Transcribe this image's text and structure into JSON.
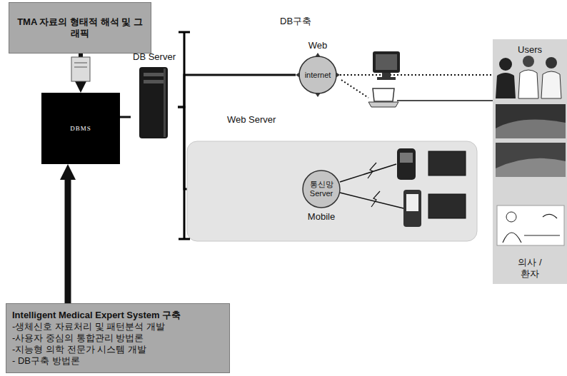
{
  "diagram": {
    "nodes": [
      {
        "text": [
          "TMA 자료의 형태적 해석 및 그래픽"
        ]
      },
      {
        "text": [
          "DBMS"
        ]
      },
      {
        "text": [
          "DB Server"
        ]
      },
      {
        "text": [
          "Web",
          "internet"
        ]
      },
      {
        "text": [
          "통신망",
          "Server",
          "Mobile"
        ]
      },
      {
        "text": [
          "Users",
          "의사 / 환자"
        ]
      },
      {
        "text": [
          "Intelligent Medical Expert System 구축",
          "-생체신호 자료처리 및 패턴분석 개발",
          "-사용자 중심의 통합관리 방법론",
          "-지능형 의학 전문가 시스템 개발",
          "- DB구축 방법론"
        ]
      }
    ],
    "edges": [
      {
        "from": 0,
        "to": 1,
        "arrow": "to"
      },
      {
        "from": 6,
        "to": 1,
        "arrow": "to"
      },
      {
        "from": 1,
        "to": 2,
        "arrow": "none"
      },
      {
        "from": 2,
        "to": 3,
        "arrow": "none"
      },
      {
        "from": 2,
        "to": 4,
        "arrow": "none"
      },
      {
        "from": 3,
        "to": 5,
        "arrow": "none"
      }
    ],
    "labels": [
      "DB구축",
      "Web Server"
    ]
  }
}
